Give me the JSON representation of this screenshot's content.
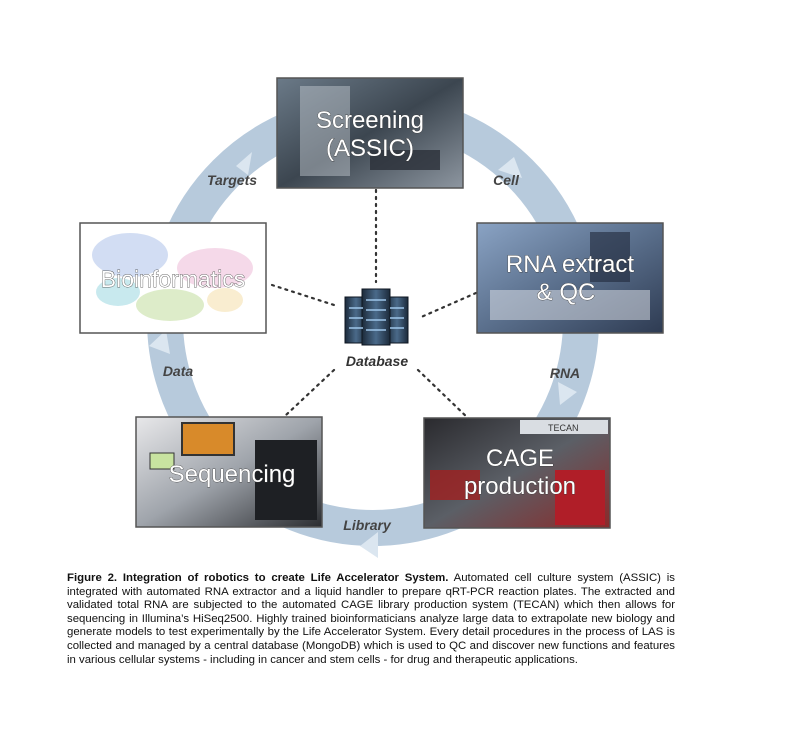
{
  "nodes": {
    "screening": [
      "Screening",
      "(ASSIC)"
    ],
    "rna": [
      "RNA extract",
      "& QC"
    ],
    "cage": [
      "CAGE",
      "production"
    ],
    "sequencing": [
      "Sequencing"
    ],
    "bioinformatics": [
      "Bioinformatics"
    ]
  },
  "hub": {
    "label": "Database"
  },
  "flows": {
    "targets": "Targets",
    "cell": "Cell",
    "rna": "RNA",
    "library": "Library",
    "data": "Data"
  },
  "caption": {
    "title": "Figure 2. Integration of robotics to create Life Accelerator System.",
    "body": " Automated cell culture system (ASSIC) is integrated with automated RNA extractor and a liquid handler to prepare qRT-PCR reaction plates. The extracted and validated total RNA are subjected to the automated CAGE library production system (TECAN) which then allows for sequencing in Illumina’s HiSeq2500. Highly trained bioinformaticians analyze large data to extrapolate new biology and generate models to test experimentally by the Life Accelerator System. Every detail procedures in the process of LAS is collected and managed by a central database (MongoDB) which is used to QC and discover new functions and features in various cellular systems - including in cancer and stem cells - for drug and therapeutic applications."
  },
  "colors": {
    "ring": "#b7cadc",
    "arrow": "#c9d8e6",
    "photo_border": "#555555"
  }
}
